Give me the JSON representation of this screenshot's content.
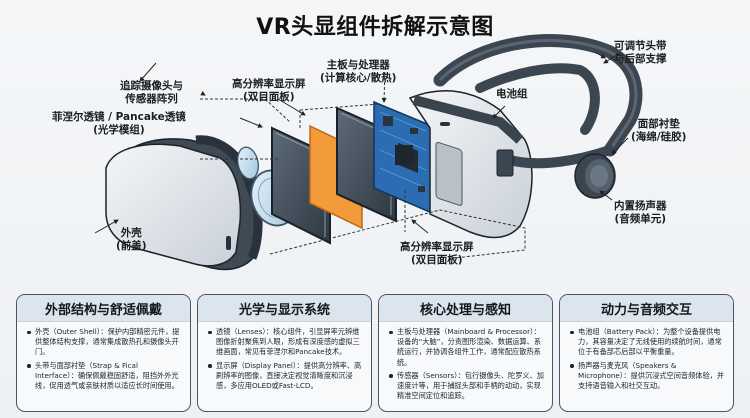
{
  "title": "VR头显组件拆解示意图",
  "callouts": {
    "tracking": [
      "追踪摄像头与",
      "传感器阵列"
    ],
    "lens": [
      "菲涅尔透镜 / Pancake透镜",
      "(光学模组)"
    ],
    "display_top": [
      "高分辨率显示屏",
      "(双目面板)"
    ],
    "mainboard": [
      "主板与处理器",
      "(计算核心/散热)"
    ],
    "strap": [
      "可调节头带",
      "与后部支撑"
    ],
    "battery": [
      "电池组"
    ],
    "face_pad": [
      "面部衬垫",
      "(海绵/硅胶)"
    ],
    "speaker": [
      "内置扬声器",
      "(音频单元)"
    ],
    "shell": [
      "外壳",
      "(前盖)"
    ],
    "display_bottom": [
      "高分辨率显示屏",
      "(双目面板)"
    ]
  },
  "colors": {
    "shell": "#e3e7ec",
    "dark_gray": "#3c4650",
    "orange_panel": "#f39a3a",
    "pcb_blue": "#2b6cb3",
    "panel_head": "#dce5ee"
  },
  "panels": [
    {
      "heading": "外部结构与舒适佩戴",
      "items": [
        "外壳（Outer Shell）：保护内部精密元件，提供整体结构支撑，通常集成散热孔和摄像头开门。",
        "头带与面部衬垫（Strap & Fical Interface）：确保佩戴稳固舒适，阻挡外外光线，促用透气或亲肤材质以适应长时间使用。"
      ]
    },
    {
      "heading": "光学与显示系统",
      "items": [
        "透镜（Lenses）：核心组件，引显屏率元辨维图像折射聚焦到人眼，形成有深度感的虚拟三维画面，常见有菲涅尔和Pancake技术。",
        "显示屏（Display Panel）：提供高分辨率、高刷辨率的图像，直接决定视觉清晰度和沉浸感，多应用OLED或Fast-LCD。"
      ]
    },
    {
      "heading": "核心处理与感知",
      "items": [
        "主板与处理器（Mainboard & Processor）：设备的“大脑”，分责图形渲染、数据运算、系统运行，并协调各组件工作，通常配应散热系统。",
        "传感器（Sensors）：包行摄像头、陀罗义、加速度计等，用于捕捉头部和手柄的动动，实现精准空间定位和追踪。"
      ]
    },
    {
      "heading": "动力与音频交互",
      "items": [
        "电池组（Battery Pack）：为整个设备提供电力，其容量决定了无线使用的续航时间，通常位于有备部芯后部以平衡重量。",
        "扬声器与麦克风（Speakers & Microphone）：提供沉浸式空间音频体验，并支持语音输入和社交互动。"
      ]
    }
  ]
}
